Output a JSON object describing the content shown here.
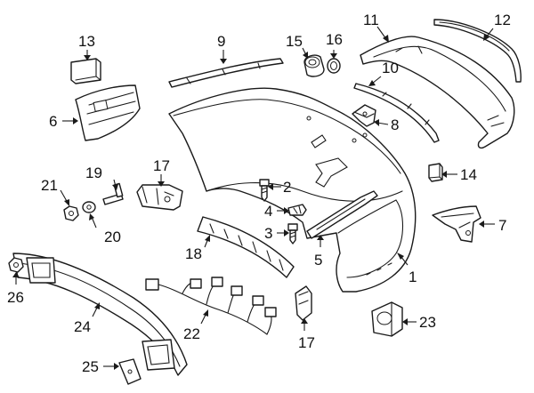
{
  "callouts": [
    {
      "id": "c1",
      "label": "1"
    },
    {
      "id": "c2",
      "label": "2"
    },
    {
      "id": "c3",
      "label": "3"
    },
    {
      "id": "c4",
      "label": "4"
    },
    {
      "id": "c5",
      "label": "5"
    },
    {
      "id": "c6",
      "label": "6"
    },
    {
      "id": "c7",
      "label": "7"
    },
    {
      "id": "c8",
      "label": "8"
    },
    {
      "id": "c9",
      "label": "9"
    },
    {
      "id": "c10",
      "label": "10"
    },
    {
      "id": "c11",
      "label": "11"
    },
    {
      "id": "c12",
      "label": "12"
    },
    {
      "id": "c13",
      "label": "13"
    },
    {
      "id": "c14",
      "label": "14"
    },
    {
      "id": "c15",
      "label": "15"
    },
    {
      "id": "c16",
      "label": "16"
    },
    {
      "id": "c17a",
      "label": "17"
    },
    {
      "id": "c17b",
      "label": "17"
    },
    {
      "id": "c18",
      "label": "18"
    },
    {
      "id": "c19",
      "label": "19"
    },
    {
      "id": "c20",
      "label": "20"
    },
    {
      "id": "c21",
      "label": "21"
    },
    {
      "id": "c22",
      "label": "22"
    },
    {
      "id": "c23",
      "label": "23"
    },
    {
      "id": "c24",
      "label": "24"
    },
    {
      "id": "c25",
      "label": "25"
    },
    {
      "id": "c26",
      "label": "26"
    }
  ]
}
